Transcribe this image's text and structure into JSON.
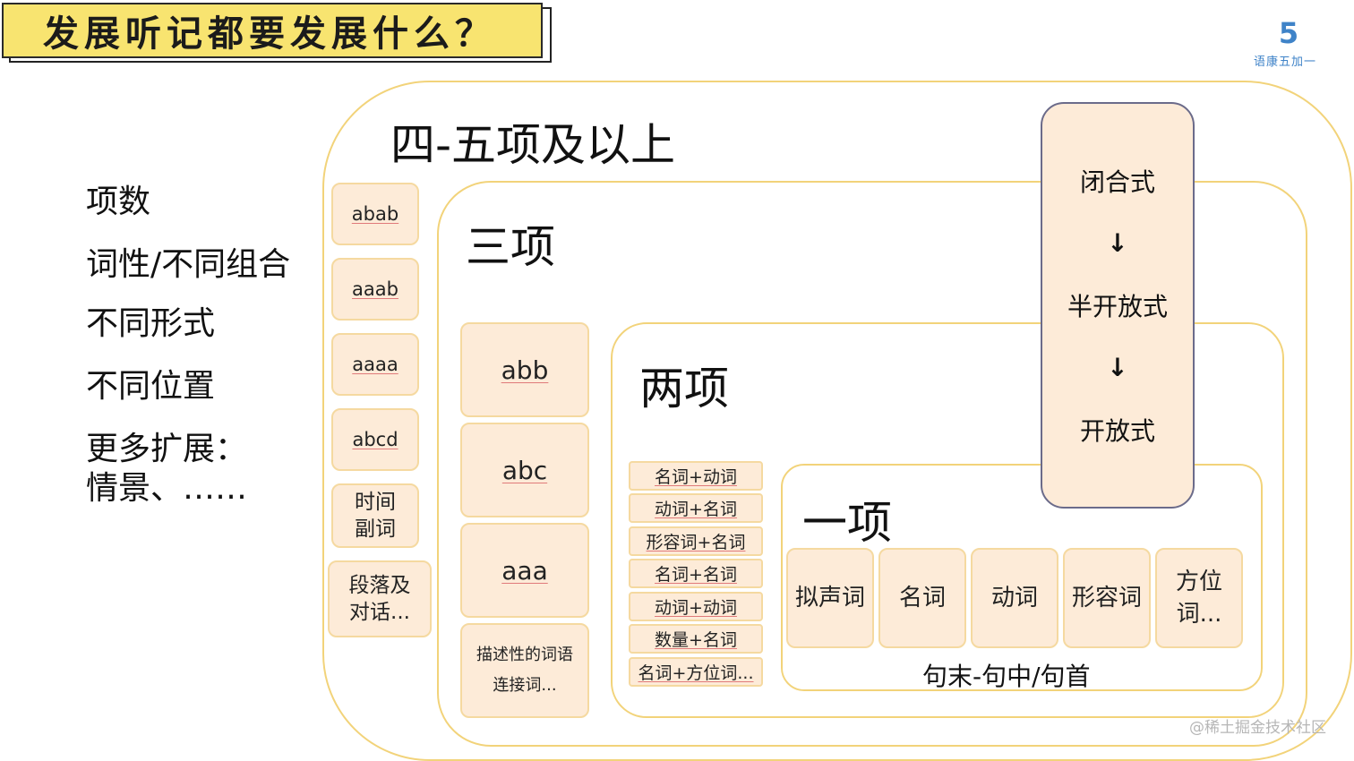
{
  "title": "发展听记都要发展什么？",
  "logo": {
    "mark": "5",
    "text": "语康五加一"
  },
  "left_list": [
    "项数",
    "词性/不同组合",
    "不同形式",
    "不同位置",
    "更多扩展：",
    "情景、……"
  ],
  "levels": {
    "four_plus": "四-五项及以上",
    "three": "三项",
    "two": "两项",
    "one": "一项"
  },
  "four_patterns": [
    "abab",
    "aaab",
    "aaaa",
    "abcd",
    "时间\n副词",
    "段落及\n对话..."
  ],
  "three_patterns": [
    "abb",
    "abc",
    "aaa",
    "描述性的词语\n连接词..."
  ],
  "two_combos": [
    "名词+动词",
    "动词+名词",
    "形容词+名词",
    "名词+名词",
    "动词+动词",
    "数量+名词",
    "名词+方位词..."
  ],
  "one_items": [
    "拟声词",
    "名词",
    "动词",
    "形容词",
    "方位\n词..."
  ],
  "position_caption": "句末-句中/句首",
  "form_stages": [
    "闭合式",
    "↓",
    "半开放式",
    "↓",
    "开放式"
  ],
  "watermark": "@稀土掘金技术社区"
}
